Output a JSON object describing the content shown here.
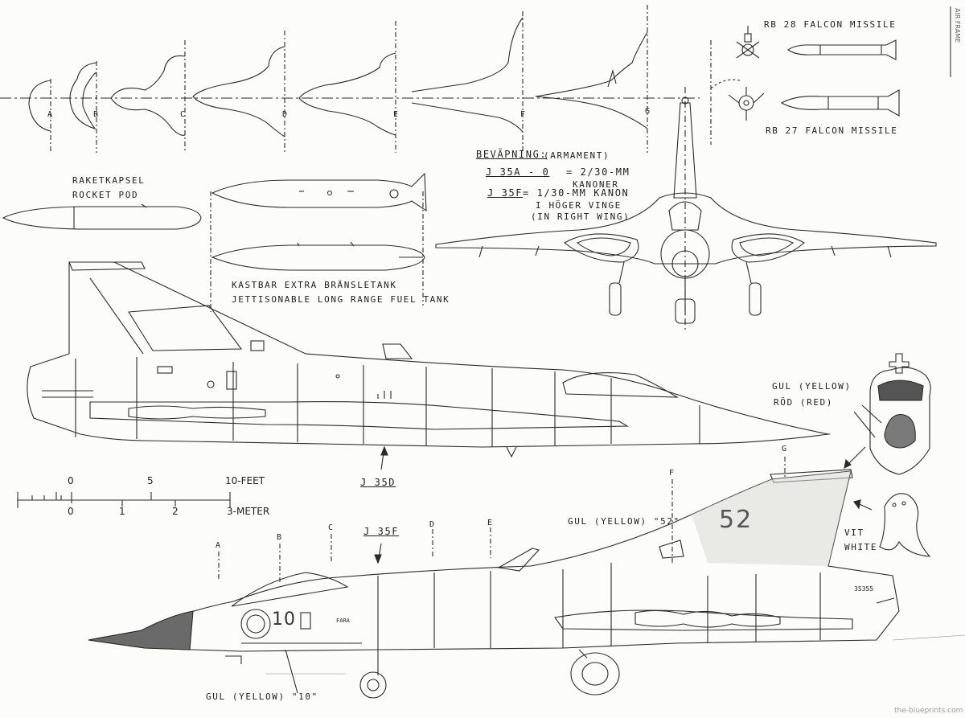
{
  "section_labels": [
    "A",
    "B",
    "C",
    "D",
    "E",
    "F",
    "G"
  ],
  "missiles": {
    "rb28": "RB 28 FALCON MISSILE",
    "rb27": "RB 27 FALCON MISSILE"
  },
  "rocket_pod": {
    "line1": "RAKETKAPSEL",
    "line2": "ROCKET POD"
  },
  "fuel_tank": {
    "line1": "KASTBAR EXTRA BRÄNSLETANK",
    "line2": "JETTISONABLE LONG RANGE FUEL TANK"
  },
  "armament": {
    "title": "BEVÄPNING:",
    "title_en": "(ARMAMENT)",
    "j35a_model": "J 35A - 0",
    "j35a_value": "= 2/30-MM",
    "j35a_sub": "KANONER",
    "j35f_model": "J 35F",
    "j35f_value": "= 1/30-MM KANON",
    "j35f_sub1": "I HÖGER VINGE",
    "j35f_sub2": "(IN RIGHT WING)"
  },
  "models": {
    "j35d": "J 35D",
    "j35f": "J 35F"
  },
  "scale": {
    "feet_ticks": [
      "0",
      "5",
      "10-FEET"
    ],
    "meter_ticks": [
      "0",
      "1",
      "2",
      "3-METER"
    ]
  },
  "colors_text": {
    "gul_yellow": "GUL (YELLOW)",
    "rod_red": "RÖD (RED)",
    "gul_52": "GUL (YELLOW) \"52\"",
    "vit": "VIT",
    "white": "WHITE",
    "gul_10": "GUL (YELLOW) \"10\""
  },
  "markings": {
    "tail_number": "52",
    "nose_number": "10",
    "serial": "35355",
    "nose_small": "FARA"
  },
  "watermark": "the-blueprints.com",
  "corner_signature": "AIR FRAME",
  "colors": {
    "ink": "#1e1e1e",
    "paper": "#fcfcfa",
    "nose_shade": "#6a6a6a"
  }
}
